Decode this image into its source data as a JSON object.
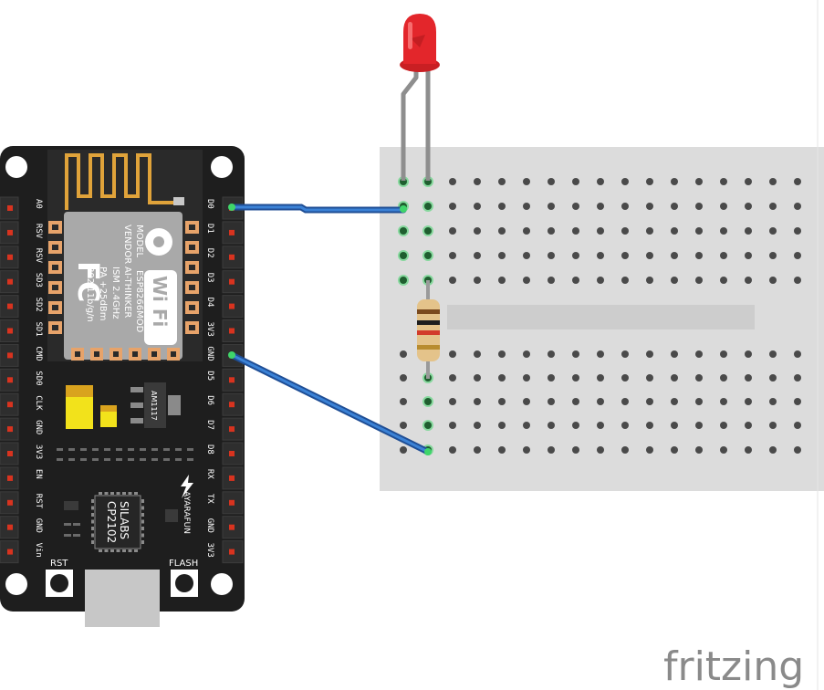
{
  "board": {
    "left_pins": [
      "A0",
      "RSV",
      "RSV",
      "SD3",
      "SD2",
      "SD1",
      "CMD",
      "SD0",
      "CLK",
      "GND",
      "3V3",
      "EN",
      "RST",
      "GND",
      "Vin"
    ],
    "right_pins": [
      "D0",
      "D1",
      "D2",
      "D3",
      "D4",
      "3V3",
      "GND",
      "D5",
      "D6",
      "D7",
      "D8",
      "RX",
      "TX",
      "GND",
      "3V3"
    ],
    "module_text": [
      "MODEL",
      "VENDOR",
      "ESP8266MOD",
      "AI-THINKER",
      "ISM 2.4GHz",
      "PA +25dBm",
      "802.11b/g/n"
    ],
    "fc_mark": "FC",
    "wifi_mark": "Wi Fi",
    "regulator_label": "AM1117",
    "usb_chip_text": [
      "SILABS",
      "CP2102"
    ],
    "maker_text": "AYARAFUN",
    "rst_label": "RST",
    "flash_label": "FLASH"
  },
  "brand": "fritzing",
  "colors": {
    "board": "#1e1e1e",
    "wire": "#2f6fc4",
    "led": "#e3262b",
    "breadboard": "#dcdcdc",
    "hole_active": "#3fd56a",
    "brand": "#8a8a8a"
  }
}
